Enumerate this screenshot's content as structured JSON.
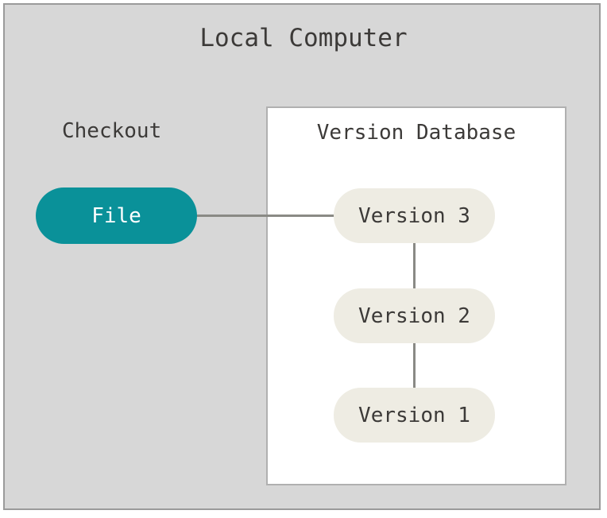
{
  "diagram": {
    "title": "Local Computer",
    "checkout_label": "Checkout",
    "database": {
      "title": "Version Database",
      "versions": [
        {
          "label": "Version 3"
        },
        {
          "label": "Version 2"
        },
        {
          "label": "Version 1"
        }
      ]
    },
    "file_node": {
      "label": "File"
    },
    "colors": {
      "panel_background": "#d7d7d7",
      "panel_border": "#9a9a9a",
      "database_background": "#ffffff",
      "database_border": "#b0b0b0",
      "file_node_fill": "#0a9199",
      "file_node_text": "#ffffff",
      "version_node_fill": "#eeece3",
      "text": "#3c3a38",
      "connector": "#8a8a85"
    }
  }
}
